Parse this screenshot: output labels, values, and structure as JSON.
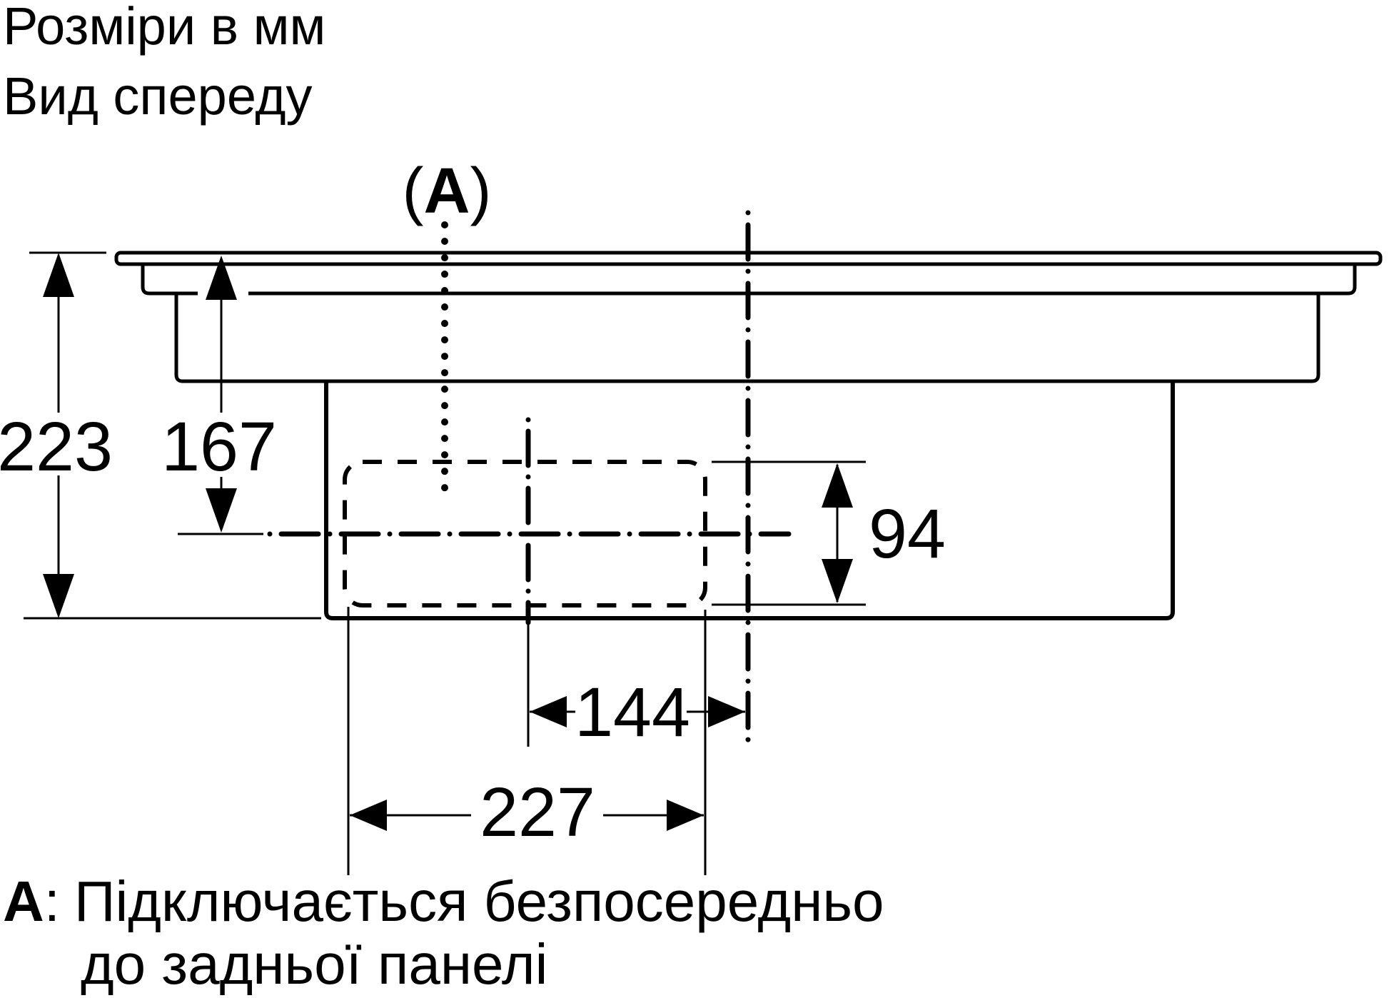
{
  "title": {
    "line1": "Розміри в мм",
    "line2": "Вид спереду"
  },
  "connection_marker": {
    "open": "(",
    "letter": "A",
    "close": ")"
  },
  "dimensions_mm": {
    "total_depth_below_worktop": "223",
    "depth_to_duct_center": "167",
    "duct_cutout_height": "94",
    "duct_center_to_hob_center": "144",
    "duct_cutout_width": "227"
  },
  "note": {
    "marker": "A",
    "colon": ":",
    "line1": "Підключається безпосередньо",
    "line2": "до задньої панелі"
  },
  "colors": {
    "ink": "#000000",
    "background": "#ffffff",
    "cutout_fill": "#f3f3f3"
  }
}
